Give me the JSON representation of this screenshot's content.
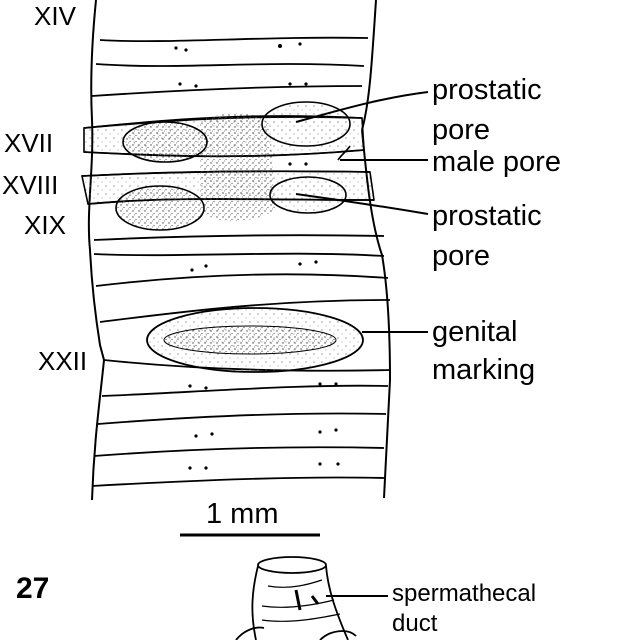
{
  "segment_labels": {
    "xiv": "XIV",
    "xvii": "XVII",
    "xviii": "XVIII",
    "xix": "XIX",
    "xxii": "XXII"
  },
  "annotations": {
    "prostatic_pore_upper": [
      "prostatic",
      "pore"
    ],
    "male_pore": "male pore",
    "prostatic_pore_lower": [
      "prostatic",
      "pore"
    ],
    "genital_marking": [
      "genital",
      "marking"
    ],
    "spermathecal_duct": [
      "spermathecal",
      "duct"
    ]
  },
  "scale_bar_label": "1 mm",
  "figure_number": "27",
  "colors": {
    "ink": "#000000",
    "background": "#ffffff",
    "stipple": "#444444"
  }
}
